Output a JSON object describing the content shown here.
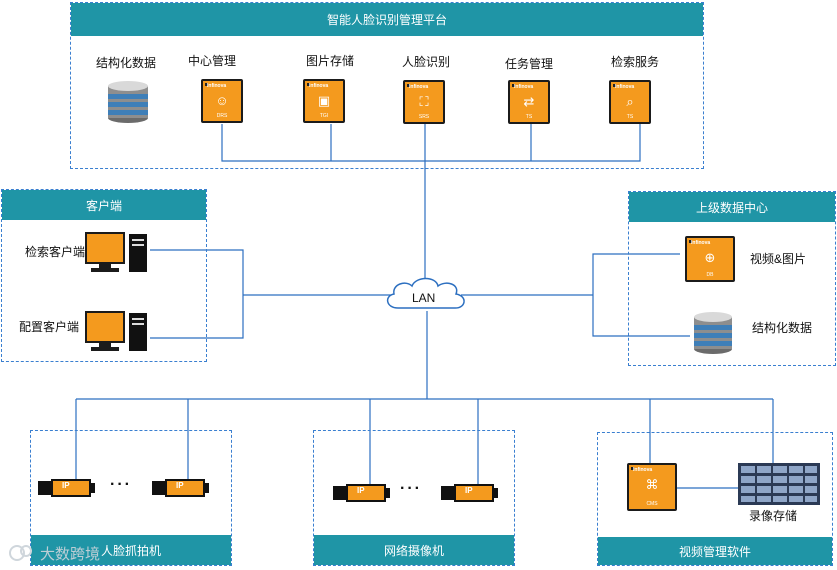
{
  "platform": {
    "title": "智能人脸识别管理平台",
    "db_label": "结构化数据",
    "modules": [
      {
        "label": "中心管理",
        "code": "DRS",
        "icon": "center-management-icon"
      },
      {
        "label": "图片存储",
        "code": "TGI",
        "icon": "image-storage-icon"
      },
      {
        "label": "人脸识别",
        "code": "SRS",
        "icon": "face-recognition-icon"
      },
      {
        "label": "任务管理",
        "code": "TS",
        "icon": "task-management-icon"
      },
      {
        "label": "检索服务",
        "code": "TS",
        "icon": "search-service-icon"
      }
    ],
    "brand": "Infinova"
  },
  "client": {
    "title": "客户端",
    "items": [
      "检索客户端",
      "配置客户端"
    ]
  },
  "upper": {
    "title": "上级数据中心",
    "video_label": "视频&图片",
    "video_code": "DB",
    "db_label": "结构化数据"
  },
  "network": {
    "label": "LAN"
  },
  "face_cam": {
    "title": "人脸抓拍机",
    "cam_text": "IP",
    "dots": "···"
  },
  "net_cam": {
    "title": "网络摄像机",
    "cam_text": "IP",
    "dots": "···"
  },
  "vms": {
    "title": "视频管理软件",
    "code": "CMS",
    "storage_label": "录像存储"
  },
  "watermark": "大数跨境",
  "colors": {
    "bar": "#1f95a6",
    "server": "#f49a1e",
    "line": "#3a7fd0"
  }
}
